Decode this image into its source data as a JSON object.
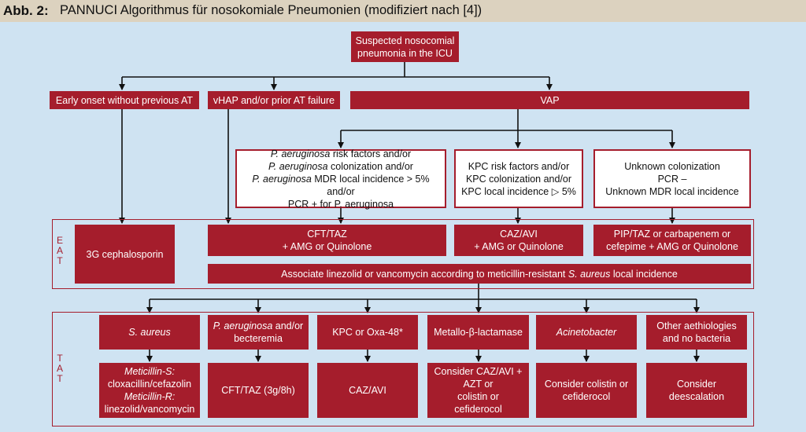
{
  "header": {
    "label": "Abb. 2:",
    "title": "PANNUCI Algorithmus für nosokomiale Pneumonien (modifiziert nach [4])"
  },
  "flow": {
    "root": "Suspected nosocomial pneumonia in the ICU",
    "early_onset": "Early onset without previous AT",
    "vhap": "vHAP and/or prior AT failure",
    "vap": "VAP",
    "pa_risk": {
      "l1_italic": "P. aeruginosa",
      "l1_rest": " risk factors and/or",
      "l2_italic": "P. aeruginosa",
      "l2_rest": " colonization and/or",
      "l3_italic": "P. aeruginosa",
      "l3_rest": " MDR local incidence > 5% and/or",
      "l4": "PCR + for P. aeruginosa"
    },
    "kpc_risk": {
      "l1": "KPC risk factors and/or",
      "l2": "KPC colonization and/or",
      "l3": "KPC local incidence ▷ 5%"
    },
    "unknown": {
      "l1": "Unknown colonization",
      "l2": "PCR –",
      "l3": "Unknown MDR local incidence"
    }
  },
  "eat": {
    "label": [
      "E",
      "A",
      "T"
    ],
    "cephalosporin": "3G cephalosporin",
    "cft_taz": {
      "l1": "CFT/TAZ",
      "l2": "+ AMG or Quinolone"
    },
    "caz_avi": {
      "l1": "CAZ/AVI",
      "l2": "+ AMG or Quinolone"
    },
    "pip_taz": {
      "l1": "PIP/TAZ or carbapenem or",
      "l2": "cefepime + AMG or Quinolone"
    },
    "linezolid": {
      "before": "Associate linezolid or vancomycin according to meticillin-resistant ",
      "italic": "S. aureus",
      "after": " local incidence"
    }
  },
  "tat": {
    "label": [
      "T",
      "A",
      "T"
    ],
    "organisms": {
      "s_aureus": "S. aureus",
      "pa": {
        "italic": "P. aeruginosa",
        "rest": " and/or",
        "l2": "becteremia"
      },
      "kpc": "KPC or Oxa-48*",
      "metallo": "Metallo-β-lactamase",
      "acinetobacter": "Acinetobacter",
      "other": {
        "l1": "Other aethiologies",
        "l2": "and no bacteria"
      }
    },
    "therapies": {
      "s_aureus": {
        "msl": "Meticillin-S:",
        "mss": "cloxacillin/cefazolin",
        "mrl": "Meticillin-R:",
        "mrr": "linezolid/vancomycin"
      },
      "pa": "CFT/TAZ (3g/8h)",
      "kpc": "CAZ/AVI",
      "metallo": {
        "l1": "Consider CAZ/AVI +",
        "l2": "AZT or",
        "l3": "colistin or",
        "l4": "cefiderocol"
      },
      "acinetobacter": {
        "l1": "Consider colistin or",
        "l2": "cefiderocol"
      },
      "other": {
        "l1": "Consider",
        "l2": "deescalation"
      }
    }
  }
}
